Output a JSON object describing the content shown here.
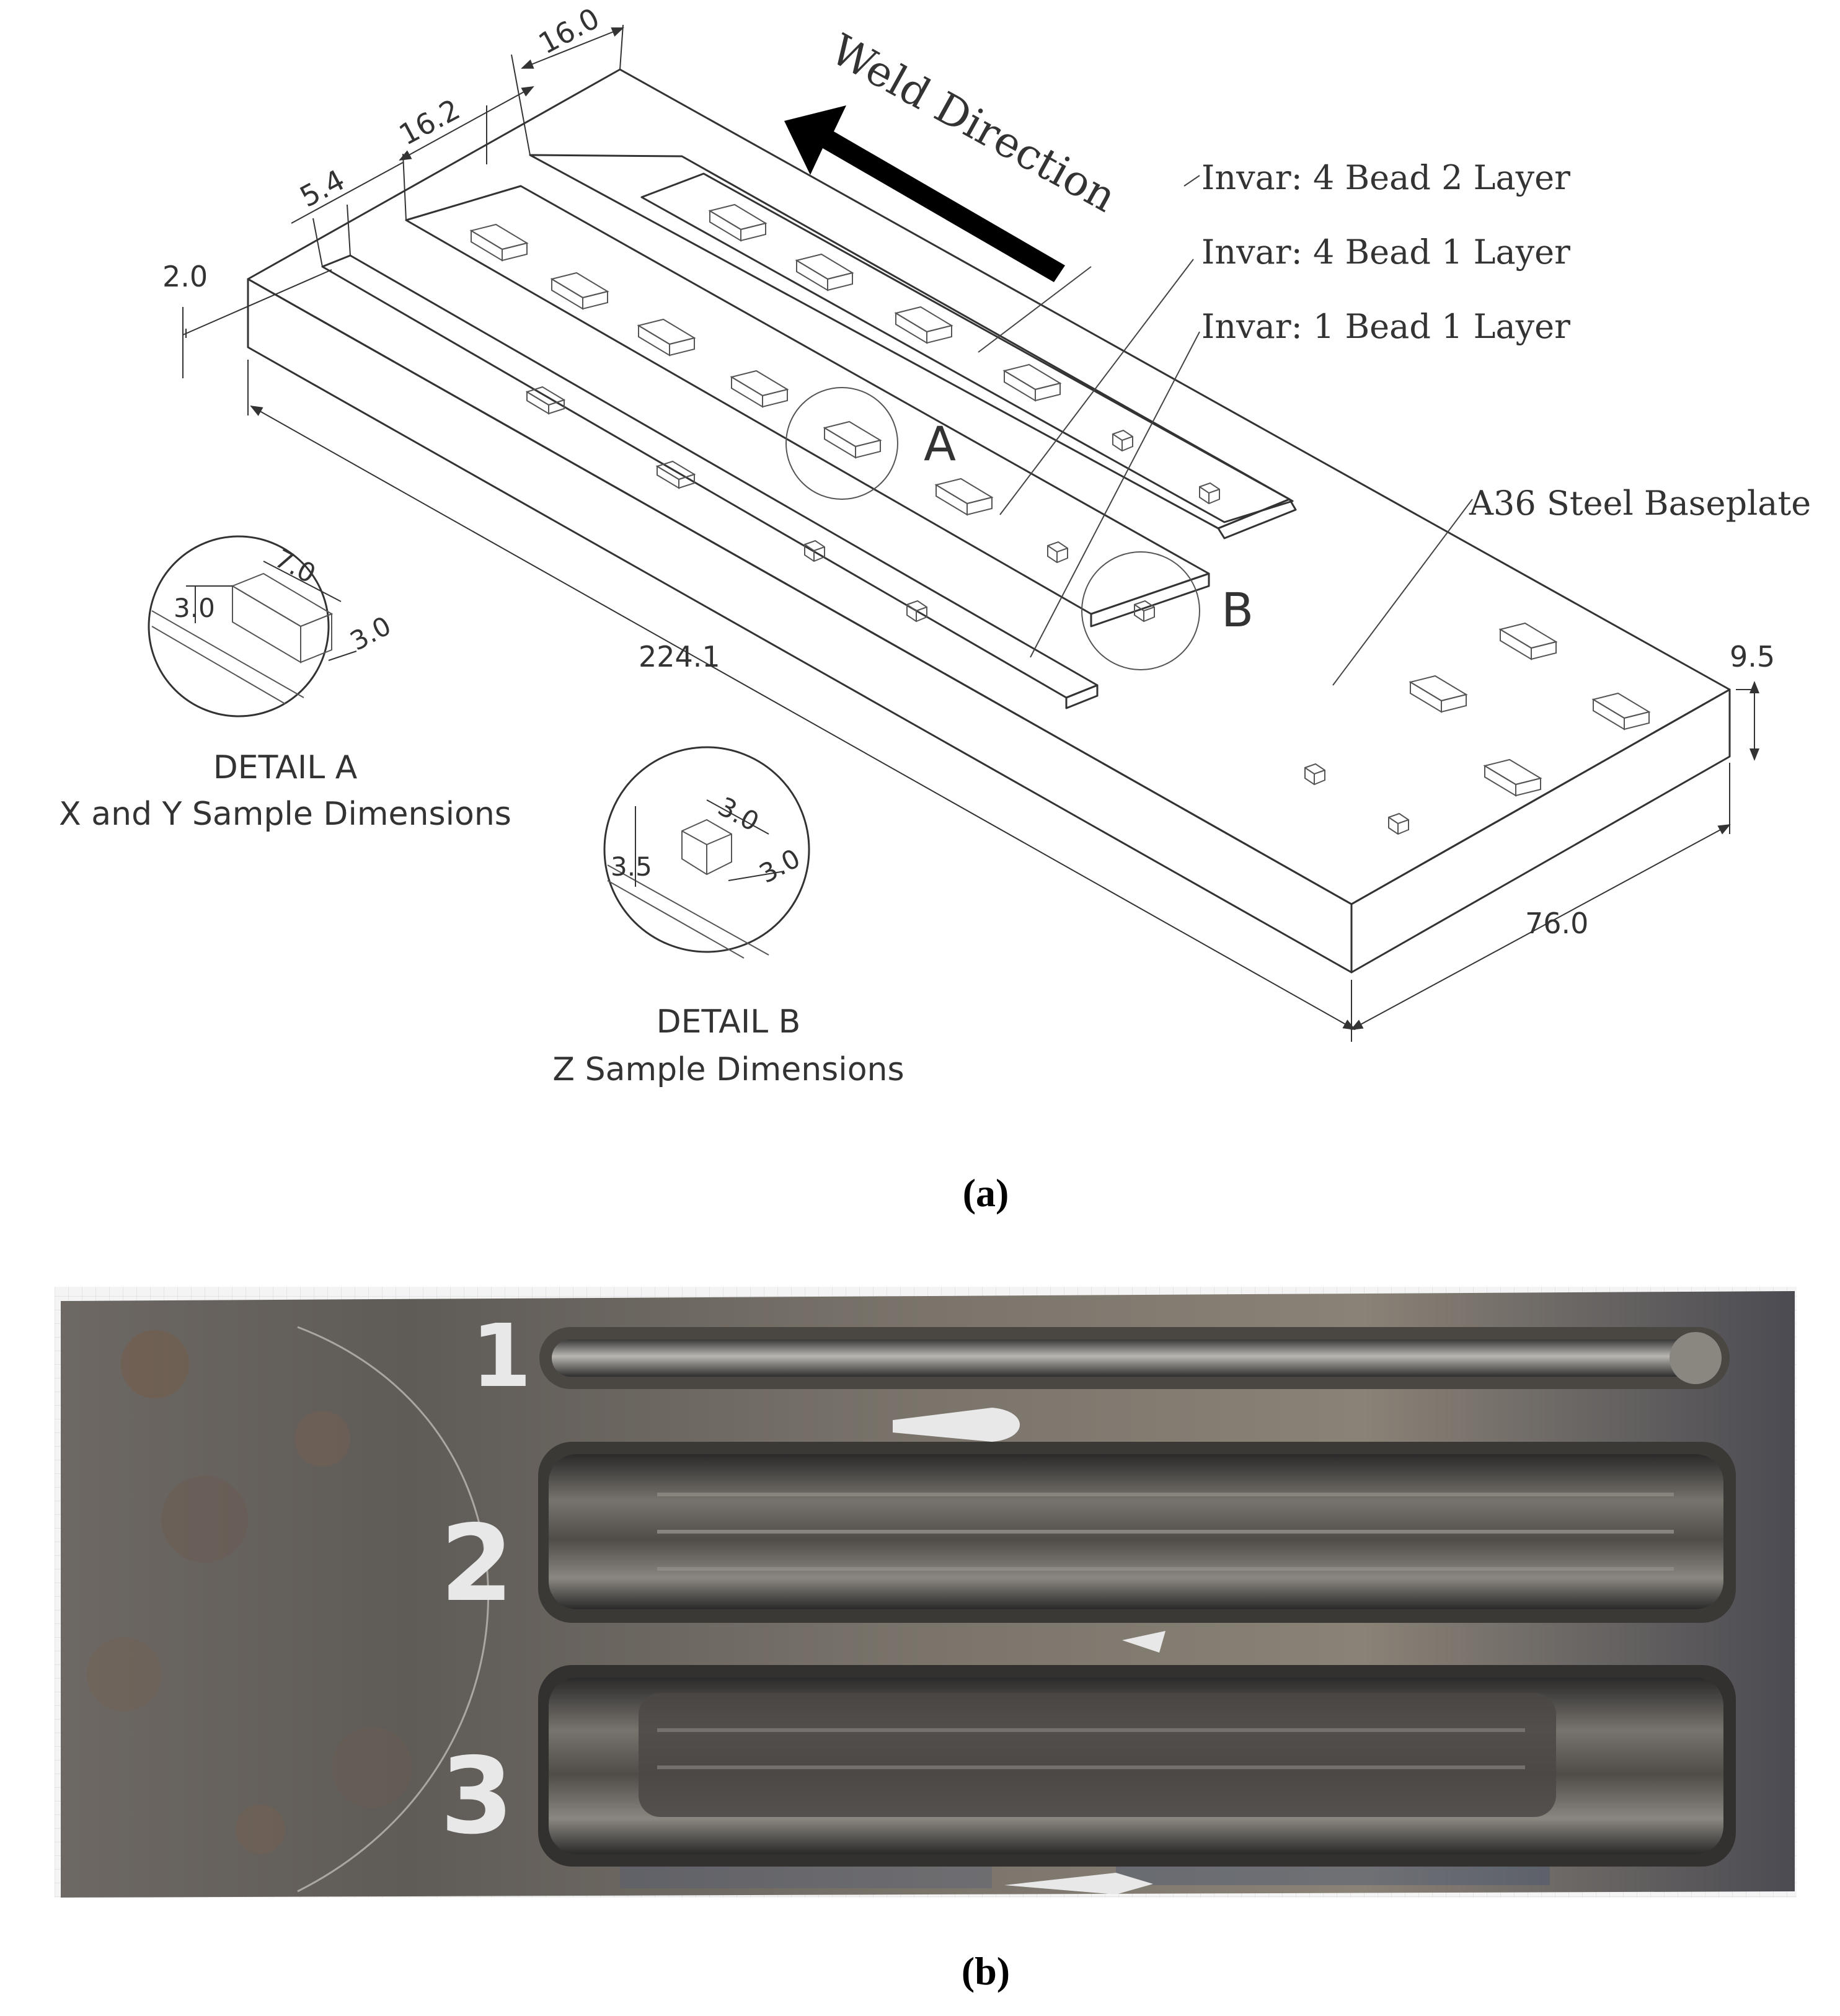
{
  "panel_a": {
    "weld_direction": "Weld Direction",
    "labels": {
      "invar_4b2l": "Invar: 4 Bead 2 Layer",
      "invar_4b1l": "Invar: 4 Bead 1 Layer",
      "invar_1b1l": "Invar: 1 Bead 1 Layer",
      "baseplate": "A36 Steel Baseplate"
    },
    "dimensions": {
      "d16_0": "16.0",
      "d16_2": "16.2",
      "d5_4": "5.4",
      "d2_0": "2.0",
      "d224_1": "224.1",
      "d9_5": "9.5",
      "d76_0": "76.0"
    },
    "detail_letters": {
      "a": "A",
      "b": "B"
    },
    "detail_a": {
      "title": "DETAIL A",
      "subtitle": "X and Y Sample Dimensions",
      "w": "7.0",
      "h": "3.0",
      "d": "3.0"
    },
    "detail_b": {
      "title": "DETAIL B",
      "subtitle": "Z Sample Dimensions",
      "w": "3.0",
      "h": "3.5",
      "d": "3.0"
    },
    "caption": "(a)"
  },
  "panel_b": {
    "marks": {
      "m1": "1",
      "m2": "2",
      "m3": "3"
    },
    "caption": "(b)",
    "colors": {
      "steel": "#5e5a55",
      "weld": "#3a3937",
      "chalk": "#e8e8e8",
      "grid_bg": "#f2f2f2"
    }
  }
}
